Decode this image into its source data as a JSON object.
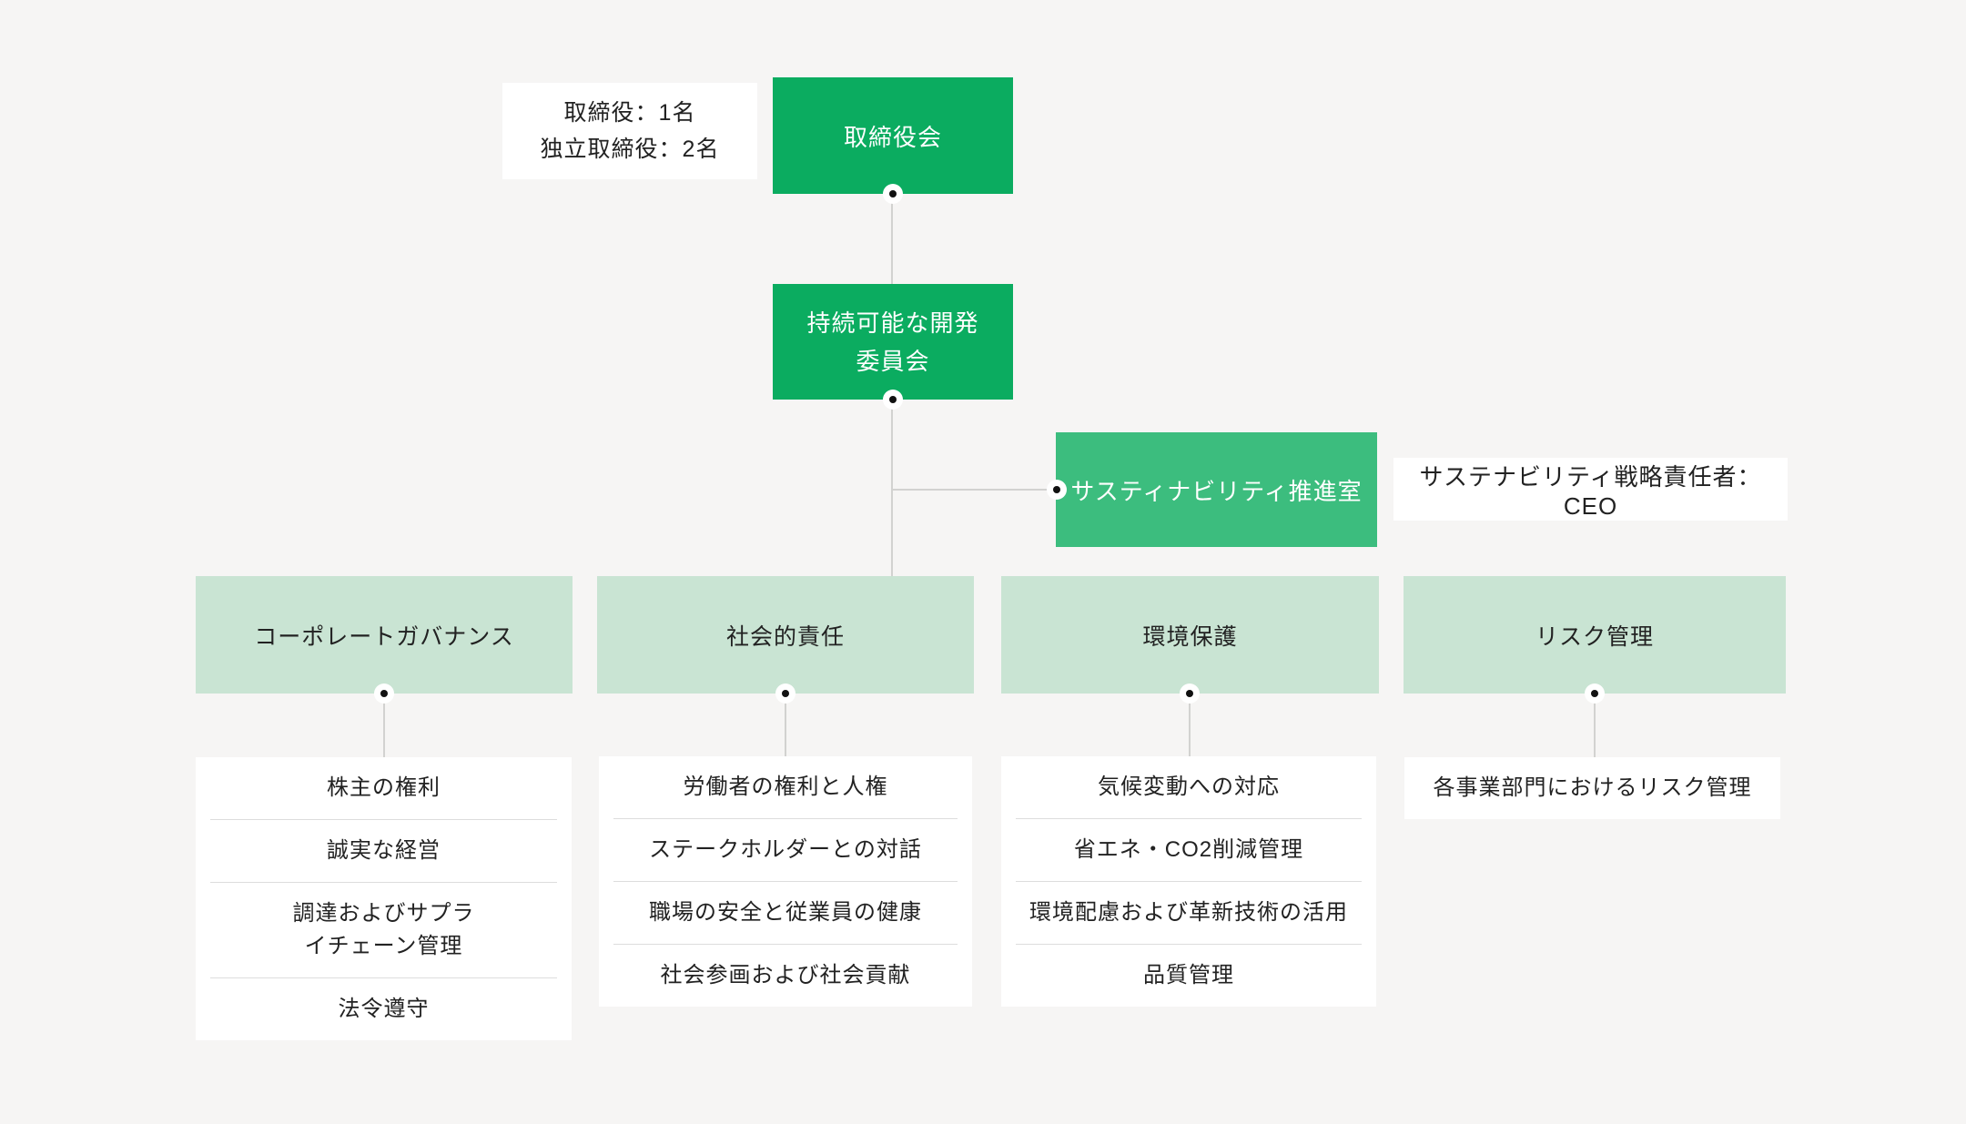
{
  "palette": {
    "background": "#F6F5F4",
    "primary_green": "#0BAC60",
    "secondary_green": "#3CBD7E",
    "light_green": "#C9E4D3",
    "connector_line": "#D2D2D0",
    "text_dark": "#222222",
    "text_light": "#FFFFFF"
  },
  "board": {
    "label": "取締役会",
    "note": "取締役：1名\n独立取締役：2名"
  },
  "committee": {
    "label": "持続可能な開発\n委員会"
  },
  "sustainability_office": {
    "label": "サスティナビリティ推進室",
    "note": "サステナビリティ戦略責任者：CEO"
  },
  "pillars": [
    {
      "title": "コーポレートガバナンス",
      "items": [
        "株主の権利",
        "誠実な経営",
        "調達およびサプラ\nイチェーン管理",
        "法令遵守"
      ]
    },
    {
      "title": "社会的責任",
      "items": [
        "労働者の権利と人権",
        "ステークホルダーとの対話",
        "職場の安全と従業員の健康",
        "社会参画および社会貢献"
      ]
    },
    {
      "title": "環境保護",
      "items": [
        "気候変動への対応",
        "省エネ・CO2削減管理",
        "環境配慮および革新技術の活用",
        "品質管理"
      ]
    },
    {
      "title": "リスク管理",
      "items": [
        "各事業部門におけるリスク管理"
      ]
    }
  ]
}
